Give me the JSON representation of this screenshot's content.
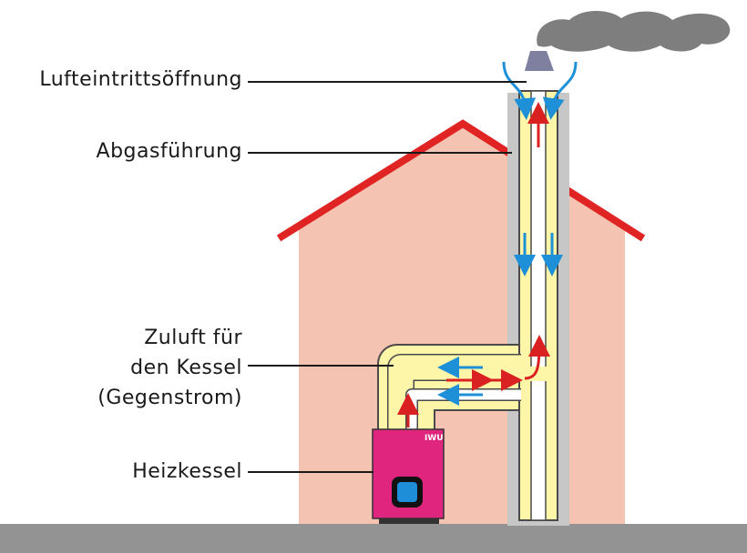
{
  "labels": {
    "air_inlet": "Lufteintrittsöffnung",
    "exhaust": "Abgasführung",
    "supply_line1": "Zuluft für",
    "supply_line2": "den Kessel",
    "supply_line3": "(Gegenstrom)",
    "boiler": "Heizkessel"
  },
  "boiler_brand": "IWU",
  "colors": {
    "house_wall": "#f5c3b1",
    "roof": "#e02424",
    "ground": "#939393",
    "chimney_outer": "#c7c7c7",
    "duct_insulation": "#fdf6a8",
    "duct_inner": "#ffffff",
    "duct_outline": "#4a4a4a",
    "boiler": "#e0257e",
    "boiler_window": "#1f8ed8",
    "air_arrow": "#1e90d8",
    "exhaust_arrow": "#d92121",
    "smoke": "#7e7e7e",
    "cap": "#7f7fa0"
  }
}
